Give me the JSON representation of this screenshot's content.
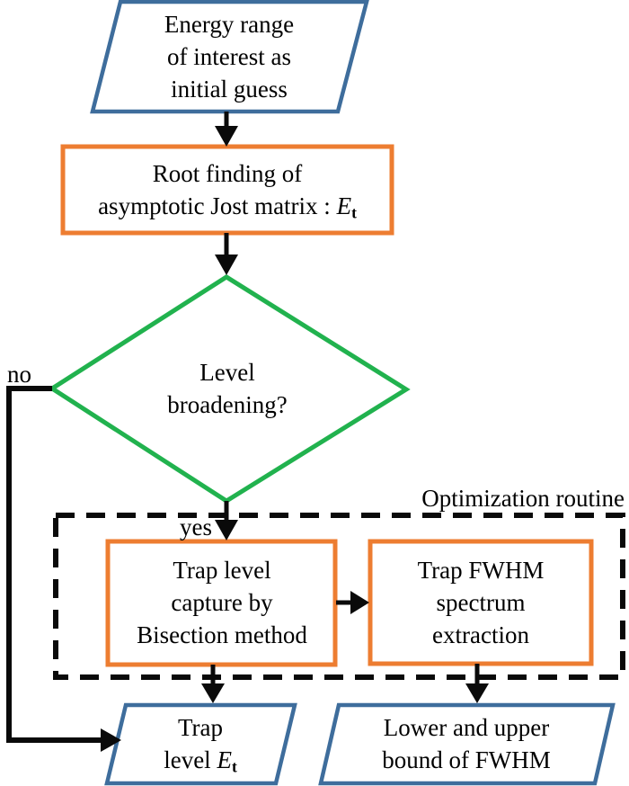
{
  "colors": {
    "blue": "#3E6D9C",
    "orange": "#ED7D31",
    "green": "#21B24E",
    "black": "#0A0A0A",
    "background": "#FFFFFF"
  },
  "flowchart": {
    "start": {
      "line1": "Energy range",
      "line2": "of interest as",
      "line3": "initial guess"
    },
    "root_finding": {
      "line1": "Root finding of",
      "line2_prefix": "asymptotic Jost matrix : ",
      "line2_var": "E",
      "line2_sub": "t"
    },
    "decision": {
      "line1": "Level",
      "line2": "broadening?"
    },
    "labels": {
      "no": "no",
      "yes": "yes",
      "optimization": "Optimization routine"
    },
    "bisection": {
      "line1": "Trap level",
      "line2": "capture by",
      "line3": "Bisection method"
    },
    "fwhm_extraction": {
      "line1": "Trap FWHM",
      "line2": "spectrum",
      "line3": "extraction"
    },
    "trap_level_output": {
      "line1": "Trap",
      "line2_prefix": "level ",
      "line2_var": "E",
      "line2_sub": "t"
    },
    "fwhm_output": {
      "line1": "Lower and upper",
      "line2": "bound of FWHM"
    }
  }
}
